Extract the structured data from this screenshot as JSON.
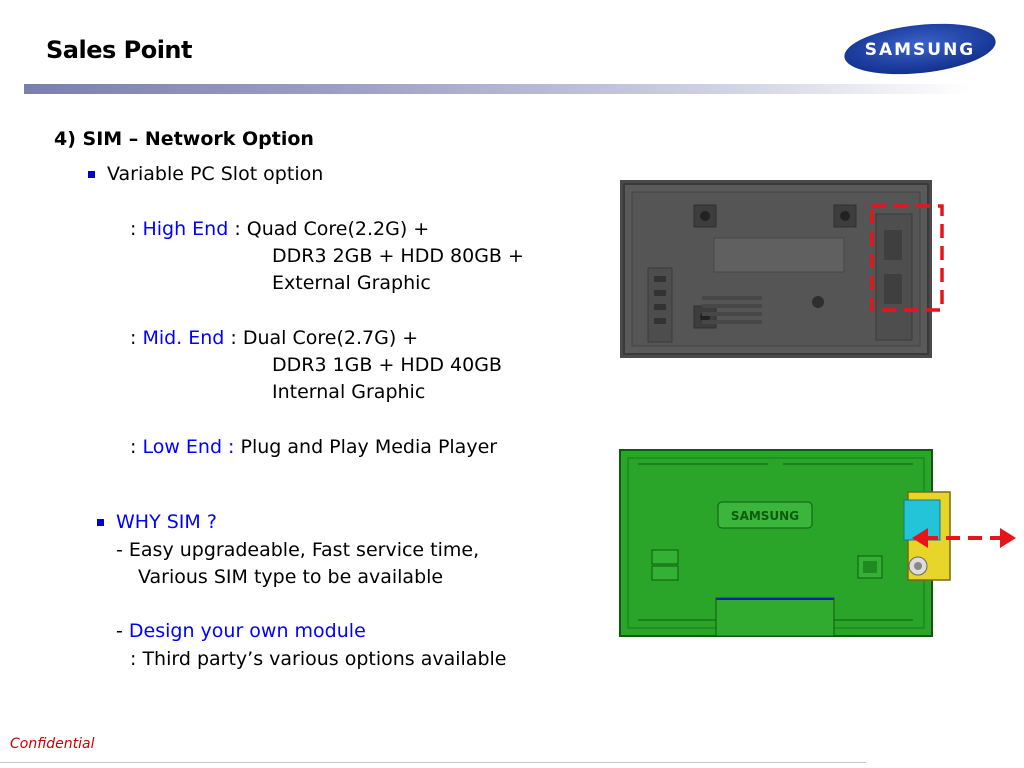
{
  "slide": {
    "title": "Sales Point",
    "logo_text": "SAMSUNG",
    "footer": "Confidential"
  },
  "section": {
    "heading": "4) SIM – Network Option",
    "bullet1": "Variable PC Slot option",
    "high": {
      "prefix": ": ",
      "label": "High End",
      "rest": " : Quad Core(2.2G) +",
      "line2": "DDR3 2GB + HDD 80GB +",
      "line3": "External Graphic"
    },
    "mid": {
      "prefix": ": ",
      "label": "Mid. End",
      "rest": " : Dual Core(2.7G) +",
      "line2": "DDR3 1GB + HDD 40GB",
      "line3": "Internal Graphic"
    },
    "low": {
      "prefix": ": ",
      "label": "Low End :",
      "rest": " Plug and Play Media Player"
    },
    "why": {
      "heading": "WHY SIM ?",
      "item1_line1": "- Easy upgradeable, Fast service time,",
      "item1_line2": "Various SIM type to be available",
      "item2_prefix": "- ",
      "item2_label": "Design your own module",
      "item2_line2": ": Third party’s various options available"
    }
  },
  "figures": {
    "top_photo_icon": "display-rear-photo",
    "bottom_diagram_icon": "display-rear-diagram",
    "diagram_brand_text": "SAMSUNG",
    "accent_red": "#e8141c",
    "accent_blue": "#0000ff",
    "board_green": "#2aa52a"
  }
}
